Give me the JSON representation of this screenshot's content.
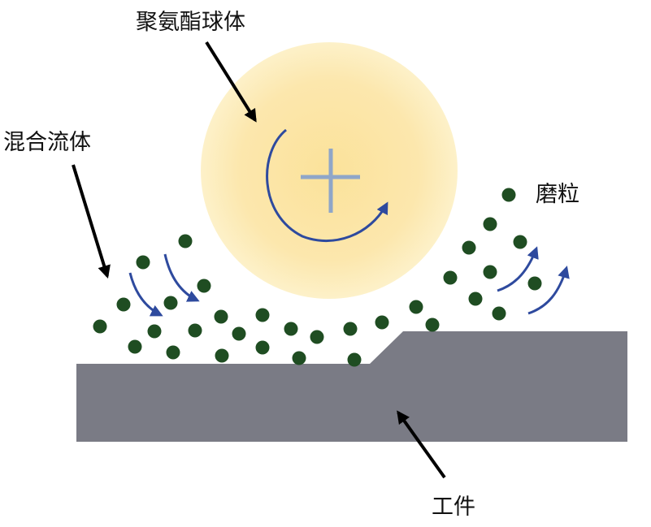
{
  "labels": {
    "ball": "聚氨酯球体",
    "fluid": "混合流体",
    "abrasive": "磨粒",
    "workpiece": "工件"
  },
  "colors": {
    "ball_center": "#fbe29a",
    "ball_edge": "#fdf0c6",
    "particle": "#1f4d22",
    "flow_arrow": "#2e4a9e",
    "workpiece": "#7a7b85",
    "center_mark": "#8fa6c8",
    "pointer_arrow": "#000000"
  }
}
